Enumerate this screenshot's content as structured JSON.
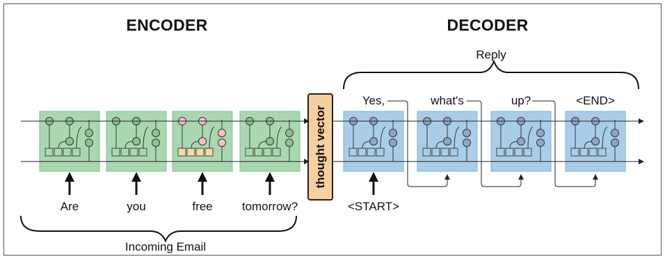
{
  "encoder": {
    "heading": "ENCODER",
    "input_words": [
      "Are",
      "you",
      "free",
      "tomorrow?"
    ],
    "group_label": "Incoming Email",
    "cell_color": "#a9d8b0",
    "cell_border": "#7fbf8c",
    "highlight_cell_index": 2,
    "highlight_color": "#f5bfcf",
    "input_box_color": "#a9d8b0",
    "highlight_box_color": "#f8d8a8"
  },
  "thought_vector": {
    "label": "thought vector",
    "color": "#f8cf9f",
    "border": "#222222"
  },
  "decoder": {
    "heading": "DECODER",
    "start_token": "<START>",
    "output_words": [
      "Yes,",
      "what's",
      "up?",
      "<END>"
    ],
    "group_label": "Reply",
    "cell_color": "#a9cde8",
    "cell_border": "#7fb1d6",
    "node_color": "#8fa6c8"
  },
  "colors": {
    "frame": "#555555",
    "line": "#222222",
    "encoder_node": "#8fbf94"
  }
}
